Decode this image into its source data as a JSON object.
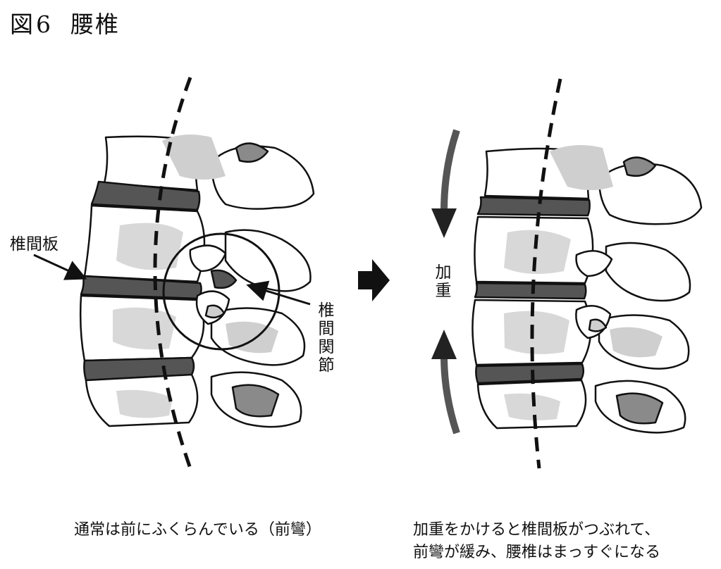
{
  "title": {
    "figure": "図",
    "number": "6",
    "text": "腰椎"
  },
  "left_panel": {
    "label_disc": "椎間板",
    "label_facet": "椎間関節",
    "caption": "通常は前にふくらんでいる（前彎）"
  },
  "right_panel": {
    "label_load": "加重",
    "caption_line1": "加重をかけると椎間板がつぶれて、",
    "caption_line2": "前彎が緩み、腰椎はまっすぐになる"
  }
}
